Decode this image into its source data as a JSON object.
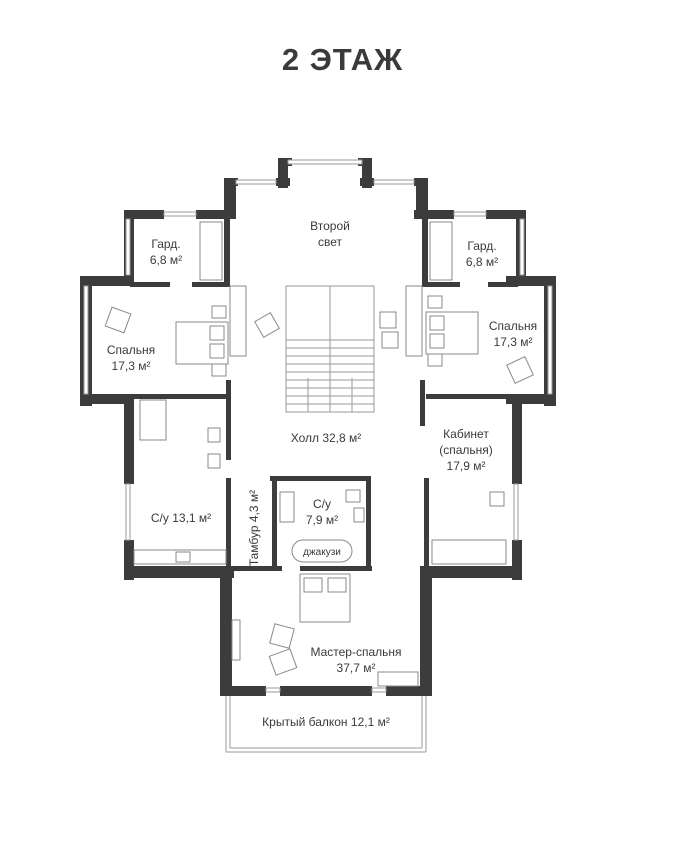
{
  "title": "2 ЭТАЖ",
  "rooms": {
    "second_light": [
      "Второй",
      "свет"
    ],
    "gard_left": [
      "Гард.",
      "6,8 м²"
    ],
    "gard_right": [
      "Гард.",
      "6,8 м²"
    ],
    "bedroom_left": [
      "Спальня",
      "17,3 м²"
    ],
    "bedroom_right": [
      "Спальня",
      "17,3 м²"
    ],
    "hall": "Холл 32,8 м²",
    "cabinet": [
      "Кабинет",
      "(спальня)",
      "17,9 м²"
    ],
    "bath_left": "С/у 13,1 м²",
    "vestibule": "Тамбур 4,3 м²",
    "bath_mid": [
      "С/у",
      "7,9 м²"
    ],
    "jacuzzi": "джакузи",
    "master": [
      "Мастер-спальня",
      "37,7 м²"
    ],
    "balcony": "Крытый балкон 12,1 м²"
  },
  "colors": {
    "wall": "#3c3c3c",
    "text": "#3a3a3a",
    "line": "#9a9a9a"
  }
}
